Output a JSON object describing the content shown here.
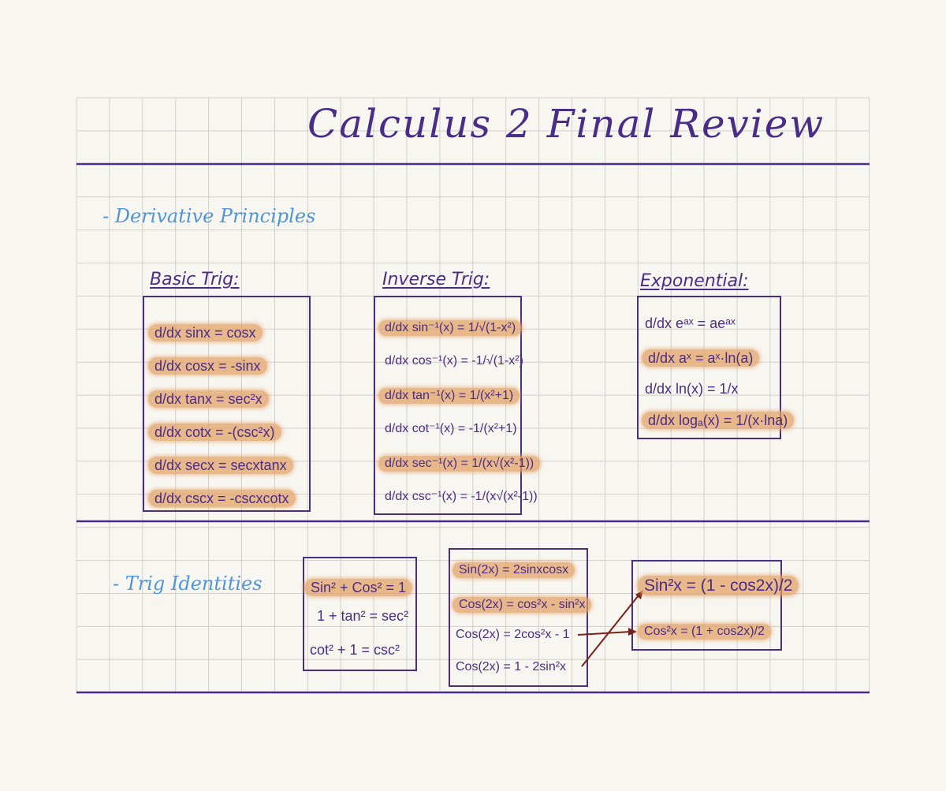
{
  "title": "Calculus 2 Final Review",
  "sections": {
    "derivative": "- Derivative Principles",
    "trig": "- Trig Identities"
  },
  "basic_trig": {
    "heading": "Basic Trig:",
    "rows": [
      "d/dx sinx = cosx",
      "d/dx cosx = -sinx",
      "d/dx tanx = sec²x",
      "d/dx cotx = -(csc²x)",
      "d/dx secx = secxtanx",
      "d/dx cscx = -cscxcotx"
    ]
  },
  "inverse_trig": {
    "heading": "Inverse Trig:",
    "rows": [
      "d/dx sin⁻¹(x) = 1/√(1-x²)",
      "d/dx cos⁻¹(x) = -1/√(1-x²)",
      "d/dx tan⁻¹(x) = 1/(x²+1)",
      "d/dx cot⁻¹(x) = -1/(x²+1)",
      "d/dx sec⁻¹(x) = 1/(x√(x²-1))",
      "d/dx csc⁻¹(x) = -1/(x√(x²-1))"
    ]
  },
  "exponential": {
    "heading": "Exponential:",
    "rows": [
      "d/dx eᵃˣ = aeᵃˣ",
      "d/dx aˣ = aˣ·ln(a)",
      "d/dx ln(x) = 1/x",
      "d/dx logₐ(x) = 1/(x·lna)"
    ]
  },
  "pythagorean": {
    "rows": [
      "Sin² + Cos² = 1",
      "1 + tan² = sec²",
      "cot² + 1 = csc²"
    ]
  },
  "double_angle": {
    "rows": [
      "Sin(2x) = 2sinxcosx",
      "Cos(2x) = cos²x - sin²x",
      "Cos(2x) = 2cos²x - 1",
      "Cos(2x) = 1 - 2sin²x"
    ]
  },
  "power_reduction": {
    "rows": [
      "Sin²x = (1 - cos2x)/2",
      "Cos²x = (1 + cos2x)/2"
    ]
  },
  "colors": {
    "paper": "#f8f6f1",
    "grid": "#d3d0cc",
    "ink": "#4a2d86",
    "section_ink": "#4f95d8",
    "highlight": "#e2a064",
    "arrow": "#7a2216"
  }
}
